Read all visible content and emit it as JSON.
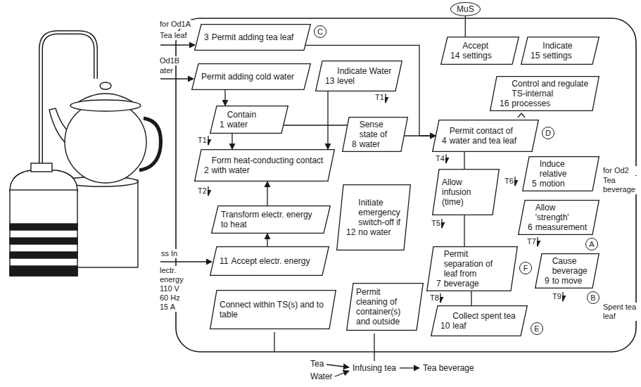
{
  "diagram": {
    "nodes": [
      {
        "text": [
          "MuS"
        ]
      },
      {
        "text": [
          "Permit adding tea leaf",
          "3"
        ]
      },
      {
        "text": [
          "C"
        ]
      },
      {
        "text": [
          "Permit adding cold water"
        ]
      },
      {
        "text": [
          "Indicate Water level",
          "13"
        ]
      },
      {
        "text": [
          "Accept settings",
          "14"
        ]
      },
      {
        "text": [
          "Indicate settings",
          "15"
        ]
      },
      {
        "text": [
          "Control and regulate TS-internal processes",
          "16"
        ]
      },
      {
        "text": [
          "Contain water",
          "1"
        ]
      },
      {
        "text": [
          "Permit contact of water and tea leaf",
          "4"
        ]
      },
      {
        "text": [
          "D"
        ]
      },
      {
        "text": [
          "Sense state of water",
          "8"
        ]
      },
      {
        "text": [
          "Form heat-conducting contact with water",
          "2"
        ]
      },
      {
        "text": [
          "Allow infusion (time)"
        ]
      },
      {
        "text": [
          "Induce relative motion",
          "5"
        ]
      },
      {
        "text": [
          "Initiate emergency switch-off if no water",
          "12"
        ]
      },
      {
        "text": [
          "Transform electr. energy to heat"
        ]
      },
      {
        "text": [
          "Allow 'strength' measurement",
          "6"
        ]
      },
      {
        "text": [
          "A"
        ]
      },
      {
        "text": [
          "Accept electr. energy",
          "11"
        ]
      },
      {
        "text": [
          "Permit separation of leaf from beverage",
          "7"
        ]
      },
      {
        "text": [
          "F"
        ]
      },
      {
        "text": [
          "Cause beverage to move",
          "9"
        ]
      },
      {
        "text": [
          "B"
        ]
      },
      {
        "text": [
          "Connect within TS(s) and to table"
        ]
      },
      {
        "text": [
          "Permit cleaning of container(s) and outside"
        ]
      },
      {
        "text": [
          "Collect spent tea leaf",
          "10"
        ]
      },
      {
        "text": [
          "E"
        ]
      }
    ],
    "edges": [
      {
        "from": 0,
        "to": 5,
        "arrow": "none"
      },
      {
        "from": 1,
        "to": 9,
        "arrow": "to"
      },
      {
        "from": 3,
        "to": 8,
        "arrow": "to"
      },
      {
        "from": 8,
        "to": 12,
        "arrow": "to"
      },
      {
        "from": 4,
        "to": 12,
        "arrow": "to"
      },
      {
        "from": 8,
        "to": 11,
        "arrow": "none"
      },
      {
        "from": 11,
        "to": 9,
        "arrow": "to"
      },
      {
        "from": 16,
        "to": 12,
        "arrow": "to"
      },
      {
        "from": 19,
        "to": 16,
        "arrow": "to"
      },
      {
        "from": 9,
        "to": 13,
        "arrow": "none"
      },
      {
        "from": 13,
        "to": 20,
        "arrow": "none"
      },
      {
        "from": 20,
        "to": 26,
        "arrow": "none"
      }
    ],
    "labels": [
      "for Od1A",
      "Tea leaf",
      "Od1B",
      "ater",
      "ss In",
      "lectr. energy 110 V 60 Hz 15 A",
      "for Od2",
      "Tea beverage",
      "Spent tea leaf",
      "T1",
      "T1",
      "T2",
      "T4",
      "T5",
      "T6",
      "T7",
      "T8",
      "T9",
      "Tea",
      "Water",
      "Infusing tea",
      "Tea beverage"
    ]
  }
}
